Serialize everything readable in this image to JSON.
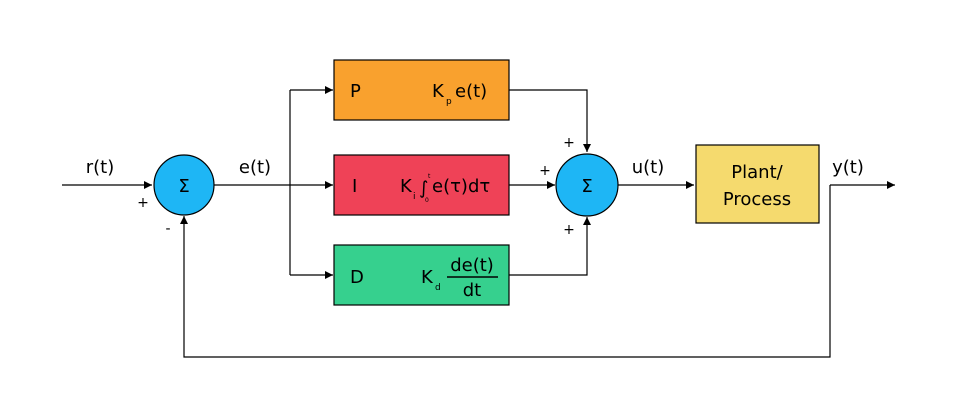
{
  "signals": {
    "reference": "r(t)",
    "error": "e(t)",
    "control": "u(t)",
    "output": "y(t)"
  },
  "summers": {
    "symbol": "Σ",
    "left_plus": "+",
    "left_minus": "-",
    "right_top_plus": "+",
    "right_left_plus": "+",
    "right_bottom_plus": "+"
  },
  "blocks": {
    "p": {
      "letter": "P",
      "gain": "K",
      "gain_sub": "p",
      "expr": "e(t)",
      "color": "#F9A12E"
    },
    "i": {
      "letter": "I",
      "gain": "K",
      "gain_sub": "i",
      "integral": "∫",
      "upper_limit": "t",
      "lower_limit": "0",
      "expr": "e(τ)dτ",
      "color": "#EF4257"
    },
    "d": {
      "letter": "D",
      "gain": "K",
      "gain_sub": "d",
      "numerator": "de(t)",
      "denominator": "dt",
      "color": "#36D08E"
    },
    "plant": {
      "line1": "Plant/",
      "line2": "Process",
      "color": "#F5DA6E"
    }
  },
  "colors": {
    "summer_fill": "#1EB6F5",
    "line": "#000000"
  }
}
